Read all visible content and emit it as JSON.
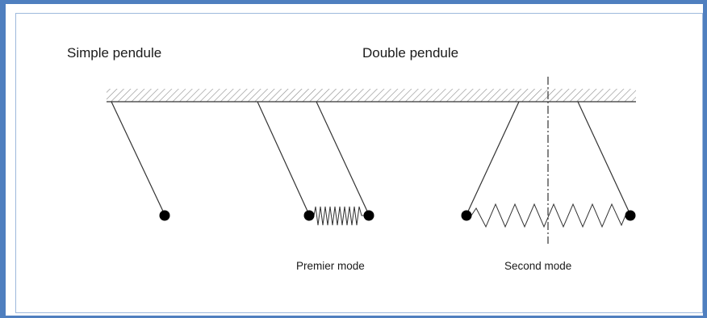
{
  "labels": {
    "simple": "Simple pendule",
    "double": "Double pendule",
    "mode1": "Premier mode",
    "mode2": "Second mode"
  },
  "colors": {
    "frame_border": "#4f7fbf",
    "ink": "#1a1a1a"
  }
}
